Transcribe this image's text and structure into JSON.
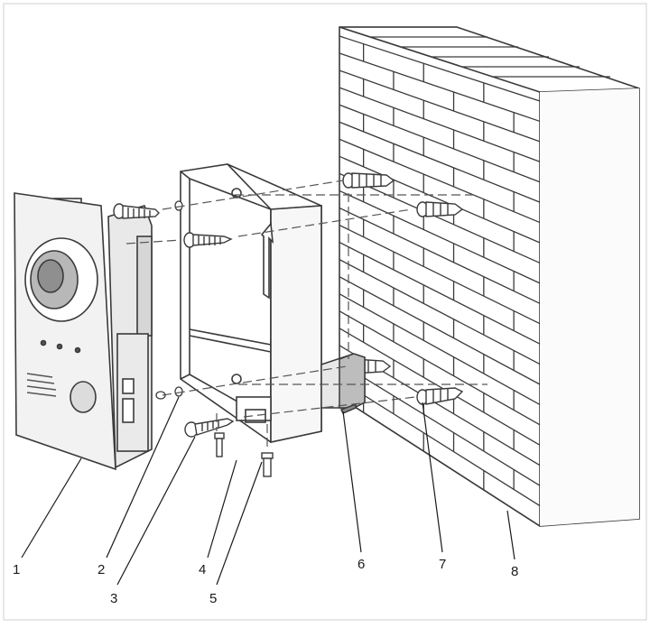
{
  "figure": {
    "kind": "exploded-installation-diagram",
    "components": [
      {
        "id": "1",
        "label": "1",
        "icon": "door-station-icon"
      },
      {
        "id": "2",
        "label": "2",
        "icon": "washer-icon"
      },
      {
        "id": "3",
        "label": "3",
        "icon": "screw-icon"
      },
      {
        "id": "4",
        "label": "4",
        "icon": "mounting-box-icon"
      },
      {
        "id": "5",
        "label": "5",
        "icon": "screw-icon"
      },
      {
        "id": "6",
        "label": "6",
        "icon": "cable-plug-icon"
      },
      {
        "id": "7",
        "label": "7",
        "icon": "expansion-anchor-icon"
      },
      {
        "id": "8",
        "label": "8",
        "icon": "brick-wall-icon"
      }
    ],
    "colors": {
      "line": "#3a3a3a",
      "panel_face": "#eeeeee",
      "wall_face": "#fdfdfd",
      "hidden_line": "#555555"
    }
  }
}
